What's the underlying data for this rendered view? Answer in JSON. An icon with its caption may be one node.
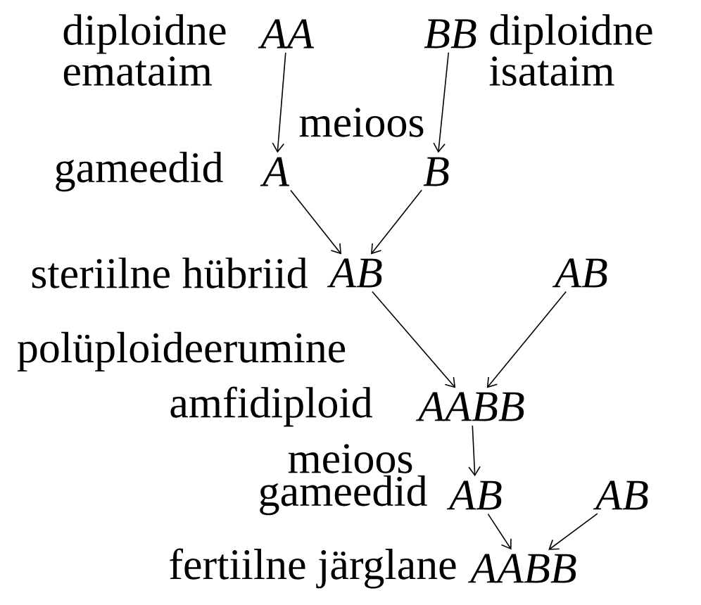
{
  "diagram": {
    "nodes": [
      {
        "text": [
          "AA"
        ],
        "beside": [
          "diploidne emataim"
        ]
      },
      {
        "text": [
          "BB"
        ],
        "beside": [
          "diploidne isataim"
        ]
      },
      {
        "text": [
          "A"
        ],
        "beside": [
          "gameedid"
        ]
      },
      {
        "text": [
          "B"
        ]
      },
      {
        "text": [
          "AB"
        ],
        "beside": [
          "steriilne hübriid"
        ]
      },
      {
        "text": [
          "AB"
        ]
      },
      {
        "text": [
          "AABB"
        ],
        "beside": [
          "amfidiploid"
        ]
      },
      {
        "text": [
          "AB"
        ],
        "beside": [
          "gameedid"
        ]
      },
      {
        "text": [
          "AB"
        ]
      },
      {
        "text": [
          "AABB"
        ],
        "beside": [
          "fertiilne järglane"
        ]
      }
    ],
    "edges": [
      {
        "from": 0,
        "to": 2,
        "arrow": "to"
      },
      {
        "from": 1,
        "to": 3,
        "arrow": "to"
      },
      {
        "from": 2,
        "to": 4,
        "arrow": "to"
      },
      {
        "from": 3,
        "to": 4,
        "arrow": "to"
      },
      {
        "from": 4,
        "to": 6,
        "arrow": "to",
        "label": "polüploideerumine"
      },
      {
        "from": 5,
        "to": 6,
        "arrow": "to"
      },
      {
        "from": 6,
        "to": 7,
        "arrow": "to",
        "label": "meioos"
      },
      {
        "from": 7,
        "to": 9,
        "arrow": "to"
      },
      {
        "from": 8,
        "to": 9,
        "arrow": "to"
      }
    ],
    "labels": [
      "meioos"
    ]
  }
}
